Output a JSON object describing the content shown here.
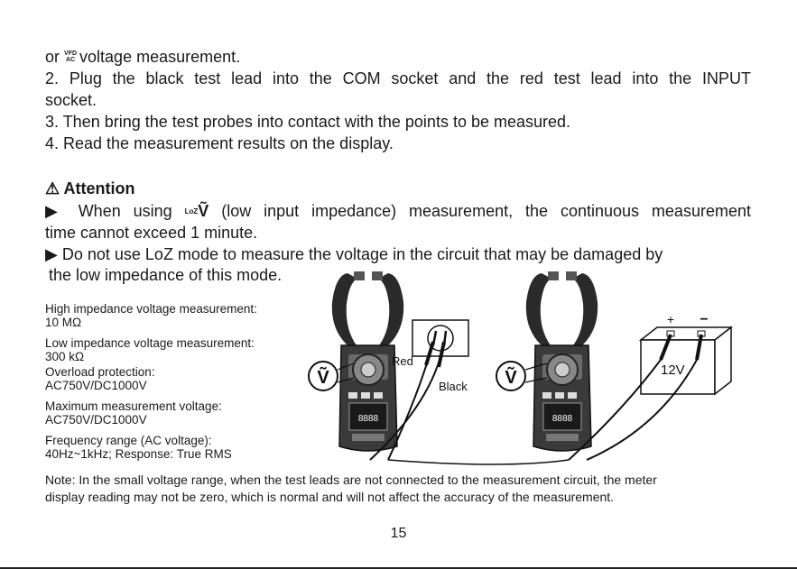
{
  "para1": {
    "prefix": "or",
    "vfd_top": "VFD",
    "vfd_bottom": "AC",
    "suffix": "voltage measurement."
  },
  "steps": [
    "2. Plug the black test lead into the COM socket and the red test lead into the INPUT",
    "socket.",
    "3. Then bring the test probes into contact with the points to be measured.",
    "4. Read the measurement results on the display."
  ],
  "attention": {
    "title": "Attention",
    "bullet1_a": "When using",
    "loz_label": "LoZ",
    "bullet1_b": "(low input impedance) measurement, the continuous measurement",
    "bullet1_c": "time cannot exceed 1 minute.",
    "bullet2_a": "Do not use LoZ mode to measure the voltage in the circuit that may be damaged by",
    "bullet2_b": "the low impedance of this mode."
  },
  "specs": [
    {
      "label": "High impedance voltage measurement:",
      "value": "10 MΩ"
    },
    {
      "label": "Low impedance voltage measurement:",
      "value": "300 kΩ"
    },
    {
      "label": "Overload protection:",
      "value": "AC750V/DC1000V"
    },
    {
      "label": "Maximum measurement voltage:",
      "value": "AC750V/DC1000V"
    },
    {
      "label": "Frequency range (AC voltage):",
      "value": "40Hz~1kHz; Response: True RMS"
    }
  ],
  "diagram": {
    "red_label": "Red",
    "black_label": "Black",
    "plus": "+",
    "minus": "−",
    "battery_label": "12V",
    "mode_symbol": "Ṽ"
  },
  "note": {
    "line1": "Note: In the small voltage range, when the test leads are not connected to the measurement circuit, the meter",
    "line2": "display reading may not be zero, which is normal and will not affect the accuracy of the measurement."
  },
  "page_number": "15"
}
